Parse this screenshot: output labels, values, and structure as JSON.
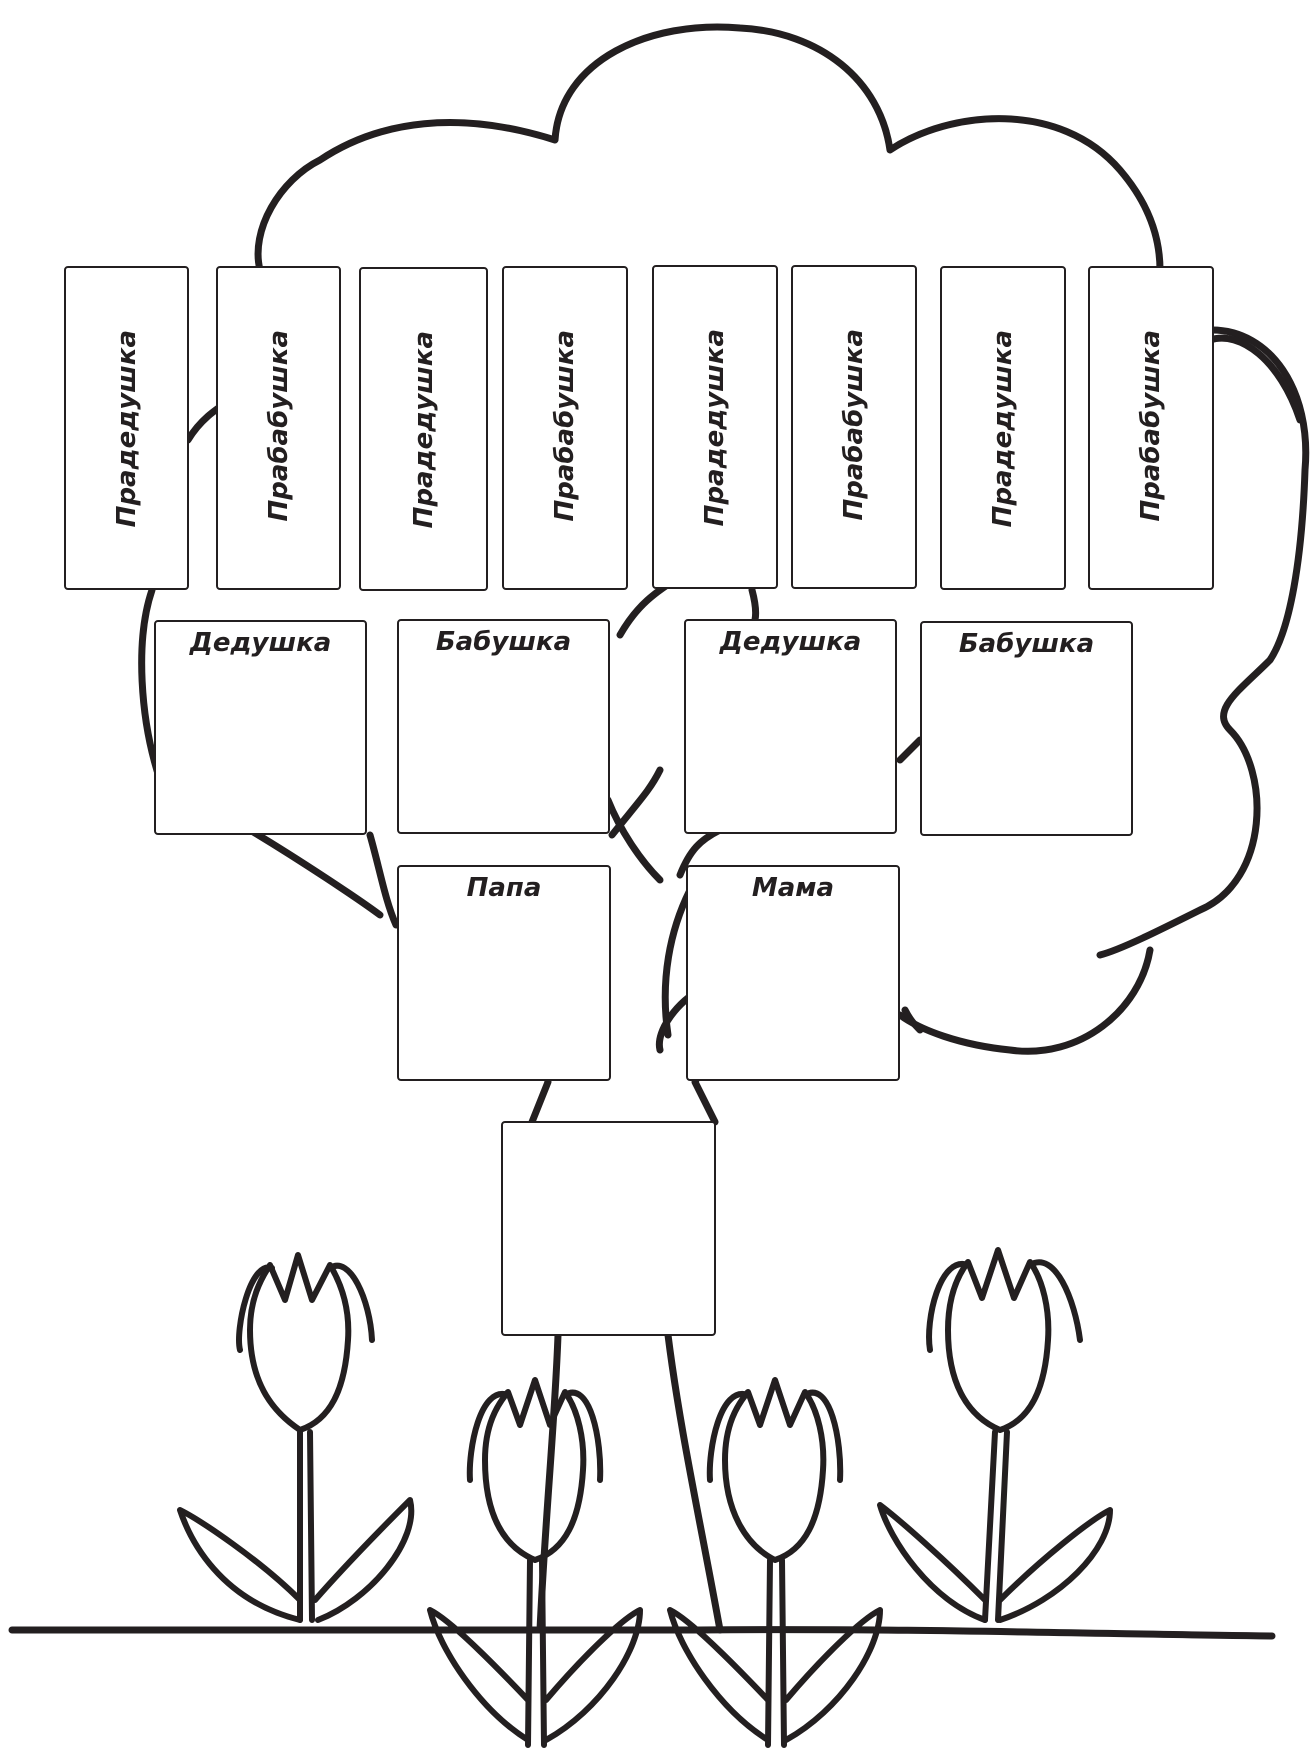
{
  "family_tree": {
    "great_grandparents": [
      "Прадедушка",
      "Прабабушка",
      "Прадедушка",
      "Прабабушка",
      "Прадедушка",
      "Прабабушка",
      "Прадедушка",
      "Прабабушка"
    ],
    "grandparents": [
      "Дедушка",
      "Бабушка",
      "Дедушка",
      "Бабушка"
    ],
    "parents": [
      "Папа",
      "Мама"
    ],
    "child": ""
  },
  "colors": {
    "ink": "#231f20",
    "background": "#ffffff"
  }
}
